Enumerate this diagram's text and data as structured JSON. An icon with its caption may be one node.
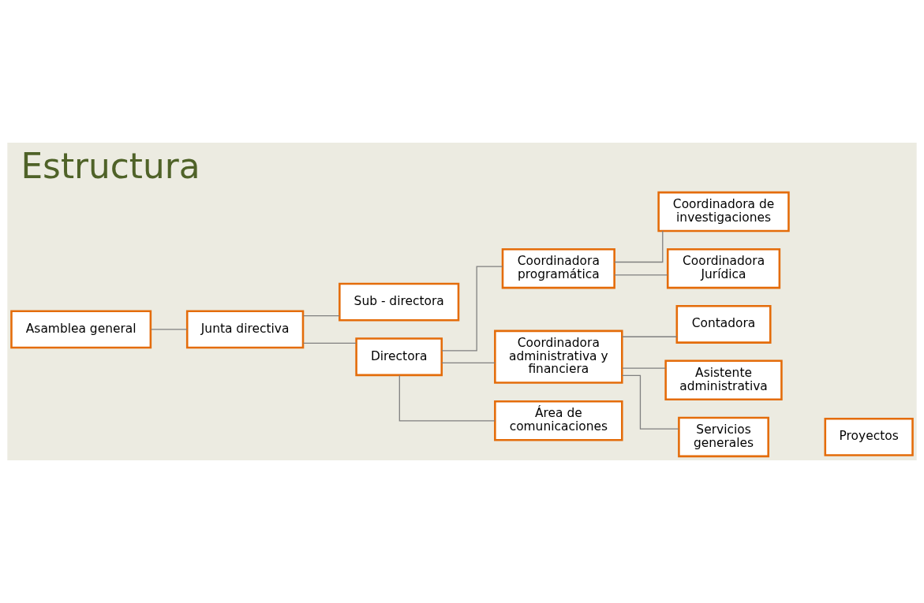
{
  "diagram": {
    "title": "Estructura",
    "nodes": [
      {
        "text": [
          "Asamblea general"
        ]
      },
      {
        "text": [
          "Junta directiva"
        ]
      },
      {
        "text": [
          "Sub - directora"
        ]
      },
      {
        "text": [
          "Directora"
        ]
      },
      {
        "text": [
          "Coordinadora programática"
        ]
      },
      {
        "text": [
          "Coordinadora administrativa y financiera"
        ]
      },
      {
        "text": [
          "Área de comunicaciones"
        ]
      },
      {
        "text": [
          "Coordinadora de investigaciones"
        ]
      },
      {
        "text": [
          "Coordinadora Jurídica"
        ]
      },
      {
        "text": [
          "Contadora"
        ]
      },
      {
        "text": [
          "Asistente administrativa"
        ]
      },
      {
        "text": [
          "Servicios generales"
        ]
      },
      {
        "text": [
          "Proyectos"
        ]
      }
    ],
    "edges": [
      {
        "from": 0,
        "to": 1,
        "arrow": "none"
      },
      {
        "from": 1,
        "to": 2,
        "arrow": "none"
      },
      {
        "from": 1,
        "to": 3,
        "arrow": "none"
      },
      {
        "from": 3,
        "to": 4,
        "arrow": "none"
      },
      {
        "from": 3,
        "to": 5,
        "arrow": "none"
      },
      {
        "from": 3,
        "to": 6,
        "arrow": "none"
      },
      {
        "from": 4,
        "to": 7,
        "arrow": "none"
      },
      {
        "from": 4,
        "to": 8,
        "arrow": "none"
      },
      {
        "from": 5,
        "to": 9,
        "arrow": "none"
      },
      {
        "from": 5,
        "to": 10,
        "arrow": "none"
      },
      {
        "from": 5,
        "to": 11,
        "arrow": "none"
      }
    ]
  }
}
